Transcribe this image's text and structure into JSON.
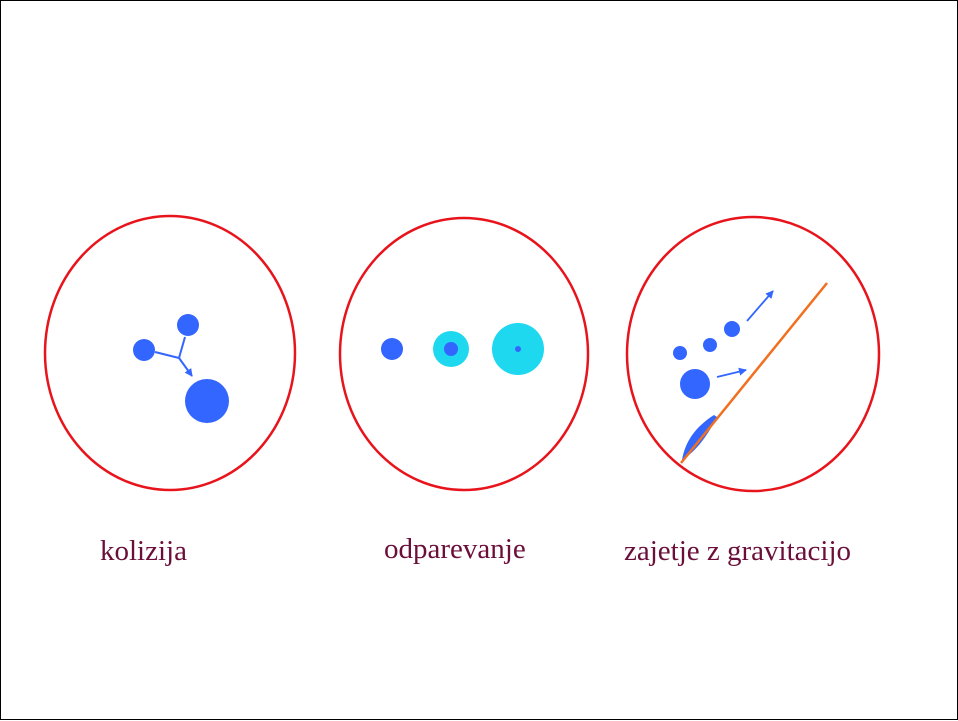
{
  "captions": {
    "collision": "kolizija",
    "evaporation": "odparevanje",
    "gravitational_capture": "zajetje z gravitacijo"
  },
  "colors": {
    "circle_outline": "#e8141c",
    "droplet": "#3366ff",
    "droplet_halo": "#1ed8f0",
    "arrow": "#3366ff",
    "capture_line": "#f07020",
    "caption_text": "#6b0f3a"
  }
}
